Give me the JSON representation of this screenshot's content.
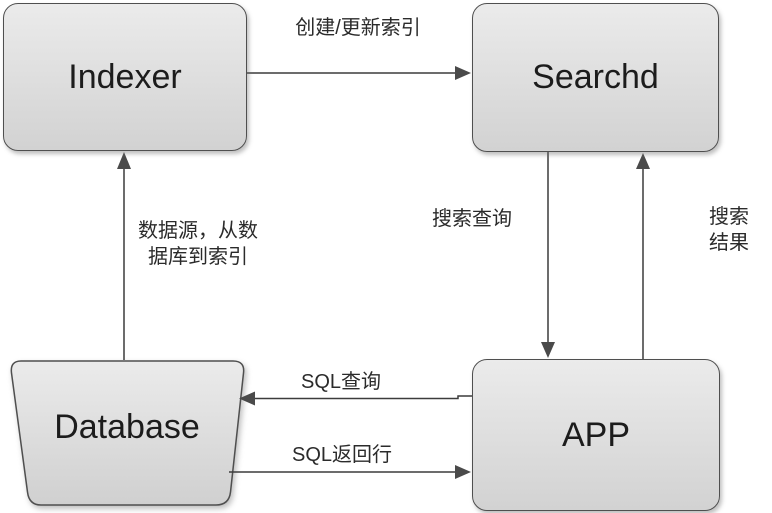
{
  "diagram": {
    "nodes": {
      "indexer": {
        "label": "Indexer",
        "shape": "rounded-rectangle"
      },
      "searchd": {
        "label": "Searchd",
        "shape": "rounded-rectangle"
      },
      "database": {
        "label": "Database",
        "shape": "trapezoid"
      },
      "app": {
        "label": "APP",
        "shape": "rounded-rectangle"
      }
    },
    "edges": {
      "create_update_index": {
        "from": "Indexer",
        "to": "Searchd",
        "label": "创建/更新索引"
      },
      "search_query": {
        "from": "Searchd",
        "to": "APP",
        "label": "搜索查询"
      },
      "search_results": {
        "from": "APP",
        "to": "Searchd",
        "label": "搜索结果"
      },
      "data_source": {
        "from": "Database",
        "to": "Indexer",
        "label": "数据源，从数\n据库到索引"
      },
      "sql_query": {
        "from": "APP",
        "to": "Database",
        "label": "SQL查询"
      },
      "sql_return_rows": {
        "from": "Database",
        "to": "APP",
        "label": "SQL返回行"
      }
    },
    "colors": {
      "node_fill_top": "#ebebeb",
      "node_fill_bottom": "#d2d2d2",
      "node_border": "#4f4f4f",
      "arrow": "#3c3c3c",
      "arrowhead": "#4a4a4a",
      "text": "#1c1c1c",
      "background": "#ffffff"
    }
  }
}
